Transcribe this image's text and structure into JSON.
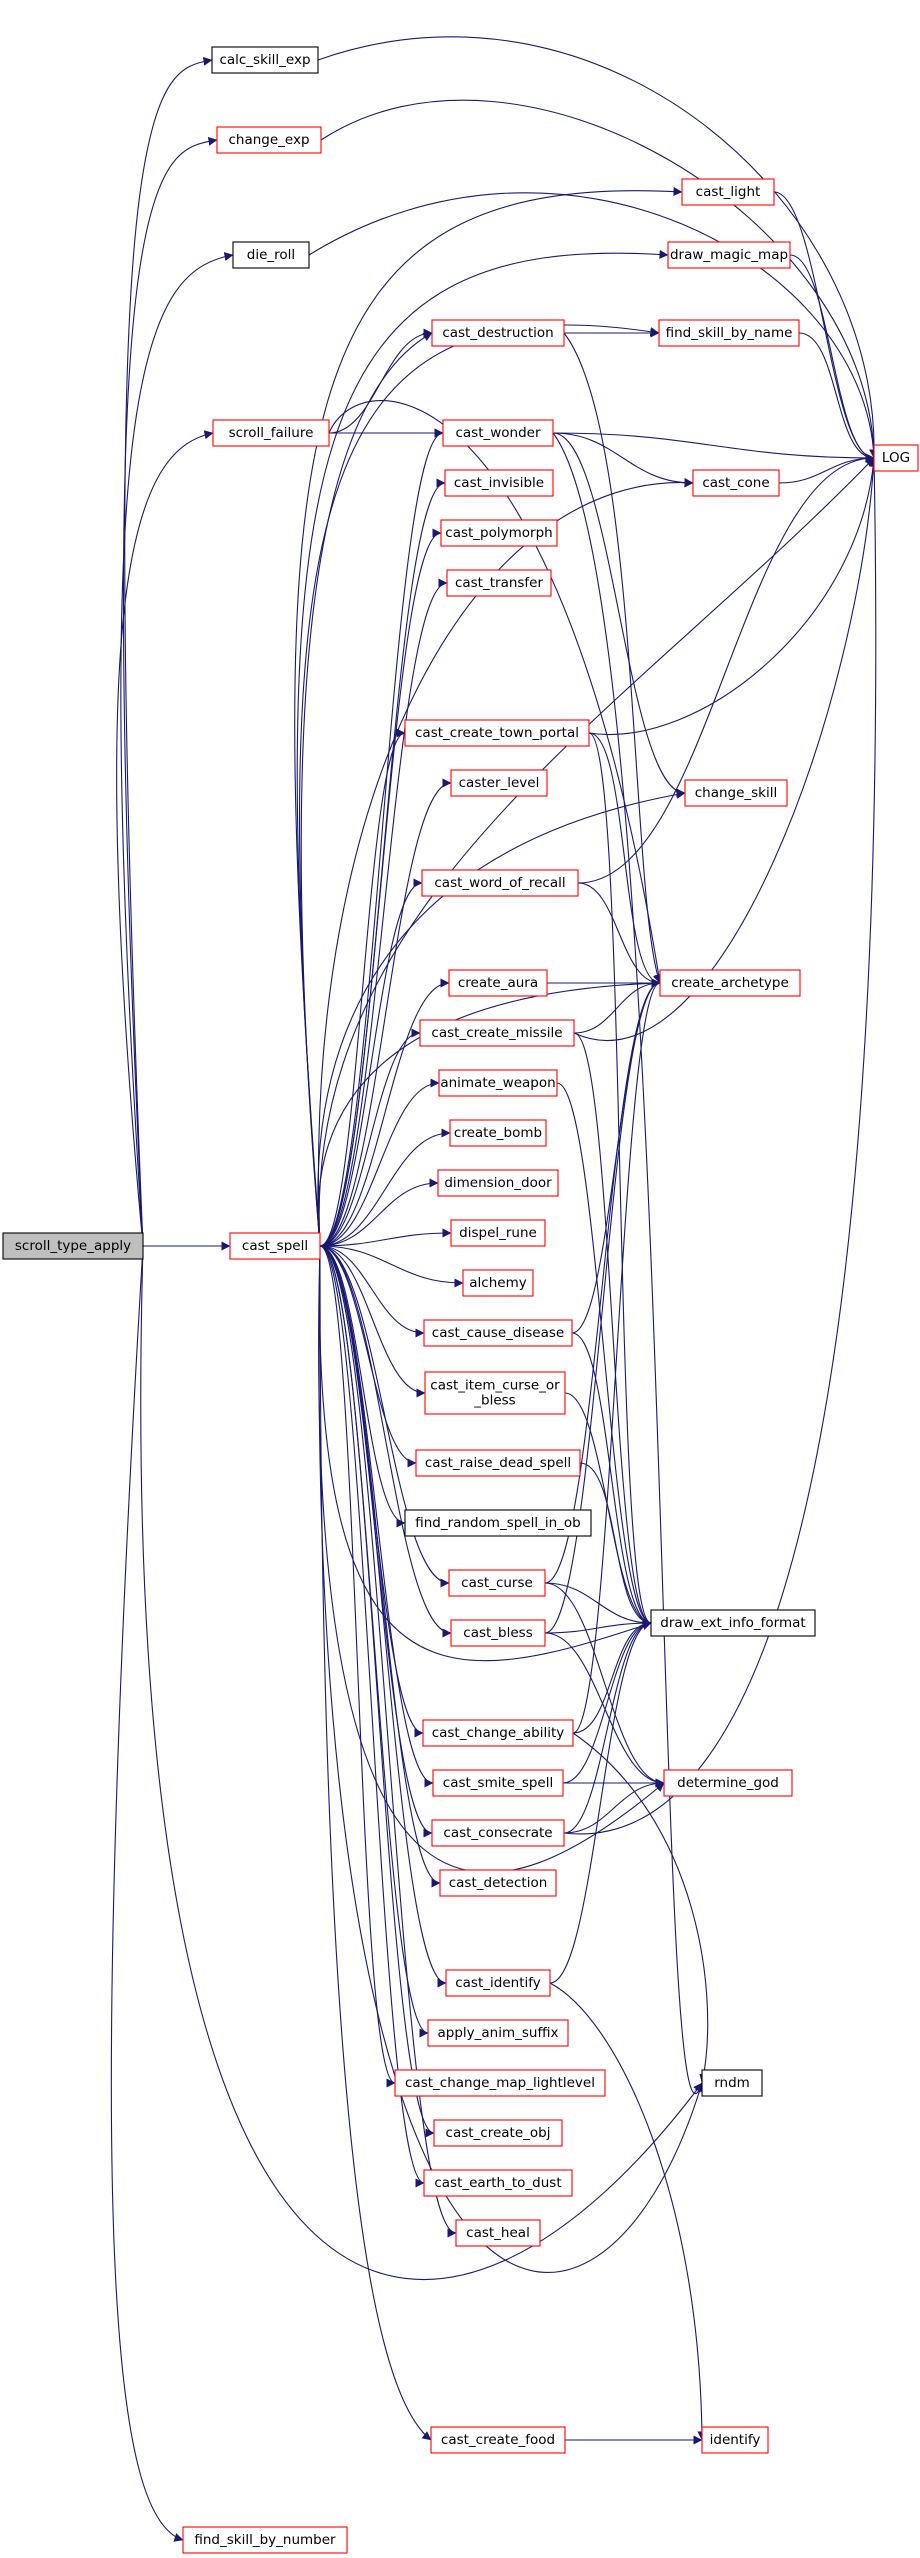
{
  "root": "scroll_type_apply",
  "colors": {
    "edge": "#191970",
    "node_fill": "#ffffff",
    "node_text": "#000000",
    "root_fill": "#bfbfbf",
    "border_default": "#ff0000",
    "border_leaf": "#000000"
  },
  "nodes": [
    {
      "id": "scroll_type_apply",
      "label": "scroll_type_apply",
      "style": "root"
    },
    {
      "id": "calc_skill_exp",
      "label": "calc_skill_exp",
      "style": "black"
    },
    {
      "id": "change_exp",
      "label": "change_exp",
      "style": "red"
    },
    {
      "id": "die_roll",
      "label": "die_roll",
      "style": "black"
    },
    {
      "id": "scroll_failure",
      "label": "scroll_failure",
      "style": "red"
    },
    {
      "id": "cast_spell",
      "label": "cast_spell",
      "style": "red"
    },
    {
      "id": "find_skill_by_number",
      "label": "find_skill_by_number",
      "style": "red"
    },
    {
      "id": "cast_light",
      "label": "cast_light",
      "style": "red"
    },
    {
      "id": "draw_magic_map",
      "label": "draw_magic_map",
      "style": "red"
    },
    {
      "id": "cast_destruction",
      "label": "cast_destruction",
      "style": "red"
    },
    {
      "id": "find_skill_by_name",
      "label": "find_skill_by_name",
      "style": "red"
    },
    {
      "id": "cast_wonder",
      "label": "cast_wonder",
      "style": "red"
    },
    {
      "id": "cast_cone",
      "label": "cast_cone",
      "style": "red"
    },
    {
      "id": "LOG",
      "label": "LOG",
      "style": "red"
    },
    {
      "id": "cast_invisible",
      "label": "cast_invisible",
      "style": "red"
    },
    {
      "id": "cast_polymorph",
      "label": "cast_polymorph",
      "style": "red"
    },
    {
      "id": "cast_transfer",
      "label": "cast_transfer",
      "style": "red"
    },
    {
      "id": "cast_create_town_portal",
      "label": "cast_create_town_portal",
      "style": "red"
    },
    {
      "id": "caster_level",
      "label": "caster_level",
      "style": "red"
    },
    {
      "id": "change_skill",
      "label": "change_skill",
      "style": "red"
    },
    {
      "id": "cast_word_of_recall",
      "label": "cast_word_of_recall",
      "style": "red"
    },
    {
      "id": "create_aura",
      "label": "create_aura",
      "style": "red"
    },
    {
      "id": "create_archetype",
      "label": "create_archetype",
      "style": "red"
    },
    {
      "id": "cast_create_missile",
      "label": "cast_create_missile",
      "style": "red"
    },
    {
      "id": "animate_weapon",
      "label": "animate_weapon",
      "style": "red"
    },
    {
      "id": "create_bomb",
      "label": "create_bomb",
      "style": "red"
    },
    {
      "id": "dimension_door",
      "label": "dimension_door",
      "style": "red"
    },
    {
      "id": "dispel_rune",
      "label": "dispel_rune",
      "style": "red"
    },
    {
      "id": "alchemy",
      "label": "alchemy",
      "style": "red"
    },
    {
      "id": "cast_cause_disease",
      "label": "cast_cause_disease",
      "style": "red"
    },
    {
      "id": "cast_item_curse_or_bless",
      "label": "cast_item_curse_or\n_bless",
      "style": "red"
    },
    {
      "id": "cast_raise_dead_spell",
      "label": "cast_raise_dead_spell",
      "style": "red"
    },
    {
      "id": "find_random_spell_in_ob",
      "label": "find_random_spell_in_ob",
      "style": "black"
    },
    {
      "id": "cast_curse",
      "label": "cast_curse",
      "style": "red"
    },
    {
      "id": "cast_bless",
      "label": "cast_bless",
      "style": "red"
    },
    {
      "id": "draw_ext_info_format",
      "label": "draw_ext_info_format",
      "style": "black"
    },
    {
      "id": "cast_change_ability",
      "label": "cast_change_ability",
      "style": "red"
    },
    {
      "id": "cast_smite_spell",
      "label": "cast_smite_spell",
      "style": "red"
    },
    {
      "id": "determine_god",
      "label": "determine_god",
      "style": "red"
    },
    {
      "id": "cast_consecrate",
      "label": "cast_consecrate",
      "style": "red"
    },
    {
      "id": "cast_detection",
      "label": "cast_detection",
      "style": "red"
    },
    {
      "id": "cast_identify",
      "label": "cast_identify",
      "style": "red"
    },
    {
      "id": "apply_anim_suffix",
      "label": "apply_anim_suffix",
      "style": "red"
    },
    {
      "id": "cast_change_map_lightlevel",
      "label": "cast_change_map_lightlevel",
      "style": "red"
    },
    {
      "id": "rndm",
      "label": "rndm",
      "style": "black"
    },
    {
      "id": "cast_create_obj",
      "label": "cast_create_obj",
      "style": "red"
    },
    {
      "id": "cast_earth_to_dust",
      "label": "cast_earth_to_dust",
      "style": "red"
    },
    {
      "id": "cast_heal",
      "label": "cast_heal",
      "style": "red"
    },
    {
      "id": "cast_create_food",
      "label": "cast_create_food",
      "style": "red"
    },
    {
      "id": "identify",
      "label": "identify",
      "style": "red"
    }
  ],
  "edges": [
    [
      "scroll_type_apply",
      "calc_skill_exp"
    ],
    [
      "scroll_type_apply",
      "change_exp"
    ],
    [
      "scroll_type_apply",
      "die_roll"
    ],
    [
      "scroll_type_apply",
      "scroll_failure"
    ],
    [
      "scroll_type_apply",
      "cast_spell"
    ],
    [
      "scroll_type_apply",
      "find_skill_by_number"
    ],
    [
      "scroll_type_apply",
      "rndm"
    ],
    [
      "calc_skill_exp",
      "LOG"
    ],
    [
      "change_exp",
      "LOG"
    ],
    [
      "die_roll",
      "LOG"
    ],
    [
      "scroll_failure",
      "cast_wonder"
    ],
    [
      "scroll_failure",
      "cast_destruction"
    ],
    [
      "scroll_failure",
      "create_archetype"
    ],
    [
      "cast_light",
      "LOG"
    ],
    [
      "draw_magic_map",
      "LOG"
    ],
    [
      "find_skill_by_name",
      "LOG"
    ],
    [
      "cast_cone",
      "LOG"
    ],
    [
      "cast_destruction",
      "find_skill_by_name"
    ],
    [
      "cast_destruction",
      "create_archetype"
    ],
    [
      "cast_wonder",
      "LOG"
    ],
    [
      "cast_wonder",
      "cast_cone"
    ],
    [
      "cast_wonder",
      "change_skill"
    ],
    [
      "cast_wonder",
      "rndm"
    ],
    [
      "cast_create_town_portal",
      "LOG"
    ],
    [
      "cast_create_town_portal",
      "create_archetype"
    ],
    [
      "cast_create_town_portal",
      "draw_ext_info_format"
    ],
    [
      "cast_word_of_recall",
      "LOG"
    ],
    [
      "cast_word_of_recall",
      "create_archetype"
    ],
    [
      "create_aura",
      "create_archetype"
    ],
    [
      "cast_create_missile",
      "create_archetype"
    ],
    [
      "cast_create_missile",
      "LOG"
    ],
    [
      "cast_create_missile",
      "draw_ext_info_format"
    ],
    [
      "animate_weapon",
      "draw_ext_info_format"
    ],
    [
      "cast_cause_disease",
      "create_archetype"
    ],
    [
      "cast_cause_disease",
      "draw_ext_info_format"
    ],
    [
      "cast_item_curse_or_bless",
      "draw_ext_info_format"
    ],
    [
      "cast_raise_dead_spell",
      "draw_ext_info_format"
    ],
    [
      "cast_curse",
      "draw_ext_info_format"
    ],
    [
      "cast_curse",
      "determine_god"
    ],
    [
      "cast_curse",
      "create_archetype"
    ],
    [
      "cast_bless",
      "draw_ext_info_format"
    ],
    [
      "cast_bless",
      "determine_god"
    ],
    [
      "cast_bless",
      "create_archetype"
    ],
    [
      "cast_change_ability",
      "draw_ext_info_format"
    ],
    [
      "cast_change_ability",
      "rndm"
    ],
    [
      "cast_change_ability",
      "create_archetype"
    ],
    [
      "cast_smite_spell",
      "determine_god"
    ],
    [
      "cast_smite_spell",
      "draw_ext_info_format"
    ],
    [
      "cast_consecrate",
      "determine_god"
    ],
    [
      "cast_consecrate",
      "draw_ext_info_format"
    ],
    [
      "cast_consecrate",
      "LOG"
    ],
    [
      "cast_identify",
      "draw_ext_info_format"
    ],
    [
      "cast_identify",
      "identify"
    ],
    [
      "cast_create_food",
      "identify"
    ],
    [
      "cast_spell",
      "cast_light"
    ],
    [
      "cast_spell",
      "draw_magic_map"
    ],
    [
      "cast_spell",
      "cast_destruction"
    ],
    [
      "cast_spell",
      "find_skill_by_name"
    ],
    [
      "cast_spell",
      "cast_wonder"
    ],
    [
      "cast_spell",
      "cast_cone"
    ],
    [
      "cast_spell",
      "LOG"
    ],
    [
      "cast_spell",
      "cast_invisible"
    ],
    [
      "cast_spell",
      "cast_polymorph"
    ],
    [
      "cast_spell",
      "cast_transfer"
    ],
    [
      "cast_spell",
      "cast_create_town_portal"
    ],
    [
      "cast_spell",
      "caster_level"
    ],
    [
      "cast_spell",
      "change_skill"
    ],
    [
      "cast_spell",
      "cast_word_of_recall"
    ],
    [
      "cast_spell",
      "create_archetype"
    ],
    [
      "cast_spell",
      "create_aura"
    ],
    [
      "cast_spell",
      "cast_create_missile"
    ],
    [
      "cast_spell",
      "animate_weapon"
    ],
    [
      "cast_spell",
      "create_bomb"
    ],
    [
      "cast_spell",
      "dimension_door"
    ],
    [
      "cast_spell",
      "dispel_rune"
    ],
    [
      "cast_spell",
      "alchemy"
    ],
    [
      "cast_spell",
      "cast_cause_disease"
    ],
    [
      "cast_spell",
      "cast_item_curse_or_bless"
    ],
    [
      "cast_spell",
      "cast_raise_dead_spell"
    ],
    [
      "cast_spell",
      "find_random_spell_in_ob"
    ],
    [
      "cast_spell",
      "cast_curse"
    ],
    [
      "cast_spell",
      "cast_bless"
    ],
    [
      "cast_spell",
      "draw_ext_info_format"
    ],
    [
      "cast_spell",
      "cast_change_ability"
    ],
    [
      "cast_spell",
      "cast_smite_spell"
    ],
    [
      "cast_spell",
      "determine_god"
    ],
    [
      "cast_spell",
      "cast_consecrate"
    ],
    [
      "cast_spell",
      "cast_detection"
    ],
    [
      "cast_spell",
      "cast_identify"
    ],
    [
      "cast_spell",
      "apply_anim_suffix"
    ],
    [
      "cast_spell",
      "cast_change_map_lightlevel"
    ],
    [
      "cast_spell",
      "cast_create_obj"
    ],
    [
      "cast_spell",
      "cast_earth_to_dust"
    ],
    [
      "cast_spell",
      "cast_heal"
    ],
    [
      "cast_spell",
      "rndm"
    ],
    [
      "cast_spell",
      "cast_create_food"
    ]
  ]
}
